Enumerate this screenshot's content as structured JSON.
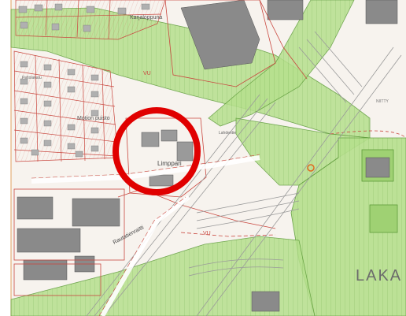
{
  "map": {
    "labels": {
      "street_top": "Karjaloppuna",
      "park": "Motion puisto",
      "street_center": "Limppari",
      "street_lower": "Rautatienraitti",
      "area": "LAKA",
      "zone_vu_top": "VU",
      "zone_vu_bottom": "VU",
      "area_right": "NIITTY",
      "small_top_left": "Peltolakatu",
      "small_right": "Lahdentie"
    },
    "colors": {
      "paper": "#f7f3ee",
      "green_fill": "#b6e08d",
      "green_stroke": "#5e9c3a",
      "plan_red": "#c9473f",
      "building_gray": "#8a8a8a",
      "rail_gray": "#9a9a9a",
      "highlight_red": "#e00000"
    },
    "highlight": {
      "shape": "circle",
      "color": "red"
    }
  }
}
